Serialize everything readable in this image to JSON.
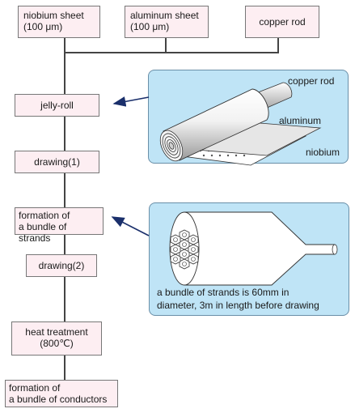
{
  "inputs": [
    {
      "line1": "niobium sheet",
      "line2": "(100 μm)"
    },
    {
      "line1": "aluminum sheet",
      "line2": "(100 μm)"
    },
    {
      "line1": "copper rod",
      "line2": ""
    }
  ],
  "steps": {
    "jelly_roll": "jelly-roll",
    "drawing1": "drawing(1)",
    "bundle_strands_l1": "formation of",
    "bundle_strands_l2": "a bundle of strands",
    "drawing2": "drawing(2)",
    "heat_l1": "heat treatment",
    "heat_l2": "(800℃)",
    "bundle_conductors_l1": "formation of",
    "bundle_conductors_l2": "a bundle of conductors"
  },
  "panel_jelly": {
    "copper_rod": "copper rod",
    "aluminum": "aluminum",
    "niobium": "niobium"
  },
  "panel_bundle": {
    "caption_l1": "a bundle of strands is 60mm in",
    "caption_l2": "diameter, 3m in length before drawing"
  },
  "colors": {
    "box_fill": "#fdeef2",
    "panel_fill": "#bfe4f6",
    "arrow": "#1a2f6b"
  }
}
